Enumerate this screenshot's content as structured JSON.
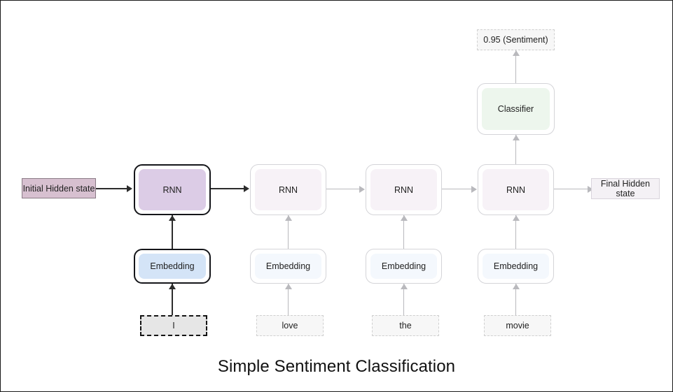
{
  "figure": {
    "title": "Simple Sentiment Classification",
    "colors": {
      "frame_border": "#1a1a1a",
      "highlight_stroke": "#15161a",
      "dim_stroke": "#d4d4d8",
      "rnn_active_fill": "#dccce6",
      "rnn_idle_fill": "#f7f2f7",
      "embedding_active_fill": "#d4e4f7",
      "embedding_idle_fill": "#f4f8fd",
      "classifier_fill": "#edf6ed",
      "initial_hidden_fill": "#d7c0d0",
      "final_hidden_fill": "#f4f1f5",
      "token_active_fill": "#e6e6e6",
      "token_idle_fill": "#f7f7f7",
      "edge_active": "#2c2c2c",
      "edge_idle": "#b9b9bd"
    }
  },
  "hidden_states": {
    "initial_label": "Initial Hidden state",
    "final_label": "Final Hidden state"
  },
  "output": {
    "prediction_label": "0.95 (Sentiment)",
    "classifier_label": "Classifier"
  },
  "timesteps": [
    {
      "rnn_label": "RNN",
      "embedding_label": "Embedding",
      "token": "I",
      "active": true
    },
    {
      "rnn_label": "RNN",
      "embedding_label": "Embedding",
      "token": "love",
      "active": false
    },
    {
      "rnn_label": "RNN",
      "embedding_label": "Embedding",
      "token": "the",
      "active": false
    },
    {
      "rnn_label": "RNN",
      "embedding_label": "Embedding",
      "token": "movie",
      "active": false
    }
  ]
}
